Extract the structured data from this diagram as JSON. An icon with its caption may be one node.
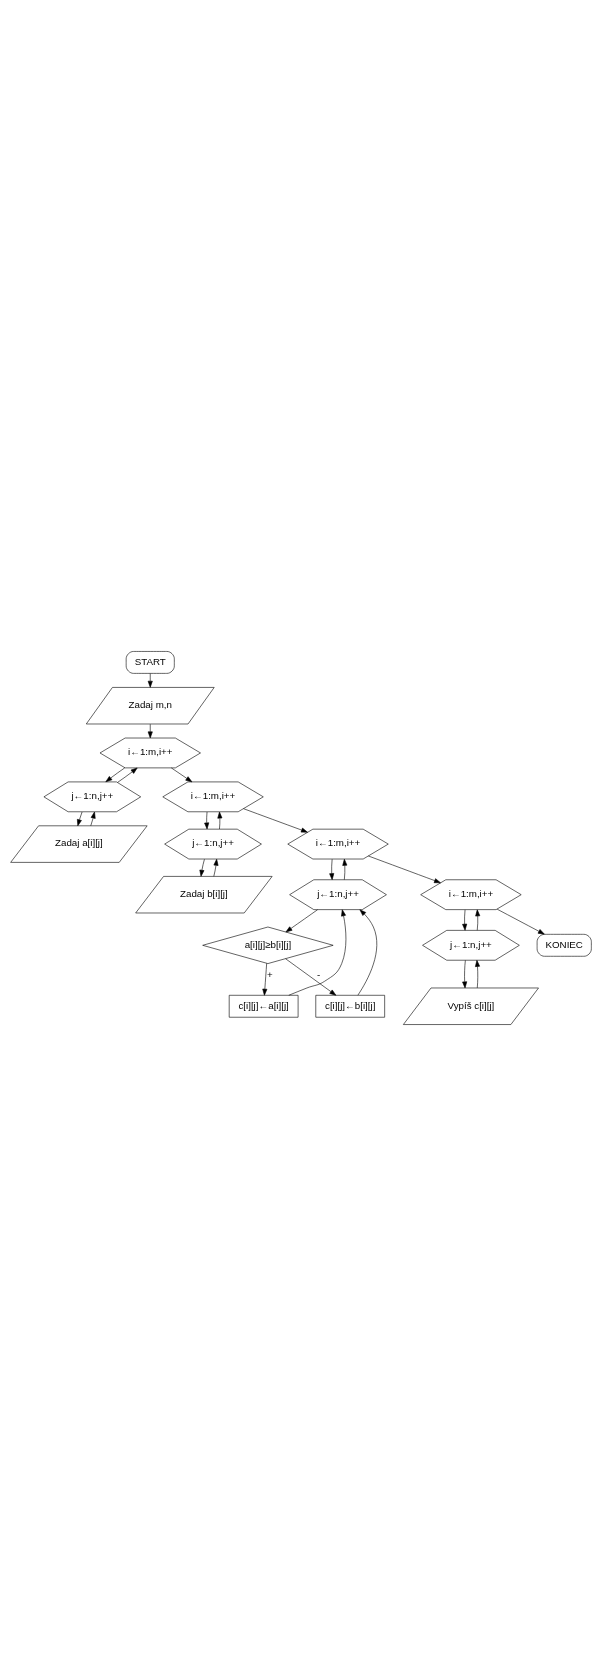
{
  "diagram": {
    "nodes": [
      {
        "text": [
          "START"
        ]
      },
      {
        "text": [
          "Zadaj m,n"
        ]
      },
      {
        "text": [
          "i←1:m,i++"
        ]
      },
      {
        "text": [
          "j←1:n,j++"
        ]
      },
      {
        "text": [
          "Zadaj a[i][j]"
        ]
      },
      {
        "text": [
          "i←1:m,i++"
        ]
      },
      {
        "text": [
          "j←1:n,j++"
        ]
      },
      {
        "text": [
          "Zadaj b[i][j]"
        ]
      },
      {
        "text": [
          "i←1:m,i++"
        ]
      },
      {
        "text": [
          "j←1:n,j++"
        ]
      },
      {
        "text": [
          "a[i][j]≥b[i][j]"
        ]
      },
      {
        "text": [
          "c[i][j]←a[i][j]"
        ]
      },
      {
        "text": [
          "c[i][j]←b[i][j]"
        ]
      },
      {
        "text": [
          "i←1:m,i++"
        ]
      },
      {
        "text": [
          "j←1:n,j++"
        ]
      },
      {
        "text": [
          "Vypíš c[i][j]"
        ]
      },
      {
        "text": [
          "KONIEC"
        ]
      }
    ],
    "edges": [
      {
        "from": 0,
        "to": 1,
        "arrow": "to"
      },
      {
        "from": 1,
        "to": 2,
        "arrow": "to"
      },
      {
        "from": 2,
        "to": 3,
        "arrow": "to"
      },
      {
        "from": 3,
        "to": 4,
        "arrow": "to"
      },
      {
        "from": 4,
        "to": 3,
        "arrow": "to"
      },
      {
        "from": 3,
        "to": 2,
        "arrow": "to"
      },
      {
        "from": 2,
        "to": 5,
        "arrow": "to"
      },
      {
        "from": 5,
        "to": 6,
        "arrow": "to"
      },
      {
        "from": 6,
        "to": 7,
        "arrow": "to"
      },
      {
        "from": 7,
        "to": 6,
        "arrow": "to"
      },
      {
        "from": 6,
        "to": 5,
        "arrow": "to"
      },
      {
        "from": 5,
        "to": 8,
        "arrow": "to"
      },
      {
        "from": 8,
        "to": 9,
        "arrow": "to"
      },
      {
        "from": 9,
        "to": 10,
        "arrow": "to"
      },
      {
        "from": 10,
        "to": 11,
        "arrow": "to",
        "label": "+"
      },
      {
        "from": 10,
        "to": 12,
        "arrow": "to",
        "label": "-"
      },
      {
        "from": 11,
        "to": 9,
        "arrow": "to"
      },
      {
        "from": 12,
        "to": 9,
        "arrow": "to"
      },
      {
        "from": 9,
        "to": 8,
        "arrow": "to"
      },
      {
        "from": 8,
        "to": 13,
        "arrow": "to"
      },
      {
        "from": 13,
        "to": 14,
        "arrow": "to"
      },
      {
        "from": 14,
        "to": 15,
        "arrow": "to"
      },
      {
        "from": 15,
        "to": 14,
        "arrow": "to"
      },
      {
        "from": 14,
        "to": 13,
        "arrow": "to"
      },
      {
        "from": 13,
        "to": 16,
        "arrow": "to"
      }
    ]
  }
}
